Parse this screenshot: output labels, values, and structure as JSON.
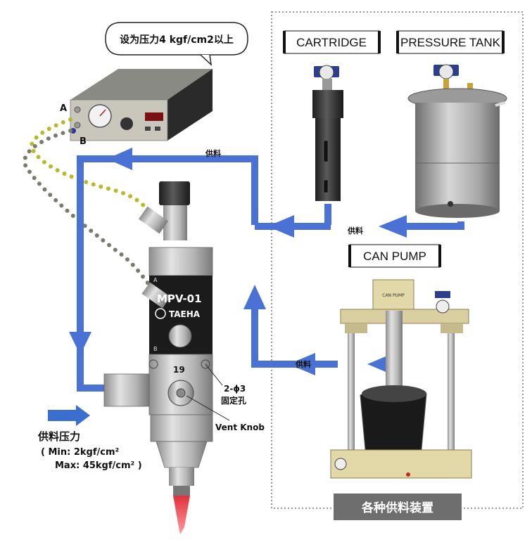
{
  "speech_bubble": {
    "text": "设为压力4 kgf/cm2以上"
  },
  "controller": {
    "port_a": "A",
    "port_b": "B"
  },
  "supply_section": {
    "cartridge_label": "CARTRIDGE",
    "pressure_tank_label": "PRESSURE TANK",
    "can_pump_label": "CAN PUMP",
    "footer_label": "各种供料装置",
    "can_pump_plate": "CAN PUMP"
  },
  "flow_labels": {
    "top": "供料",
    "middle": "供料",
    "bottom": "供料"
  },
  "valve": {
    "model": "MPV-01",
    "brand": "TAEHA",
    "port_a": "A",
    "port_b": "B",
    "number": "19",
    "mount_holes_line1": "2-ϕ3",
    "mount_holes_line2": "固定孔",
    "vent_knob": "Vent Knob"
  },
  "pressure_info": {
    "title": "供料压力",
    "min_line": "( Min: 2kgf/cm²",
    "max_line": "Max: 45kgf/cm²  )"
  },
  "colors": {
    "flow_arrow": "#4a72d4",
    "dotted_yellow": "#b9b82a",
    "dotted_gray": "#7b7b6b",
    "nozzle": "#e0323a"
  }
}
